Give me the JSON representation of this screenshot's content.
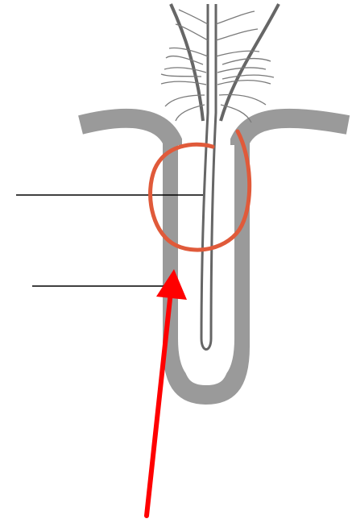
{
  "diagram": {
    "subject": "feather-follicle",
    "colors": {
      "background": "#ffffff",
      "skin_layer": "#999999",
      "follicle_wall": "#9a9a9a",
      "feather_lines": "#666666",
      "pointer_lines": "#000000",
      "highlight_circle": "#e05a3a",
      "arrow": "#ff0000"
    },
    "icons": {
      "circle": "hand-drawn-circle",
      "arrow": "arrow-up"
    }
  }
}
